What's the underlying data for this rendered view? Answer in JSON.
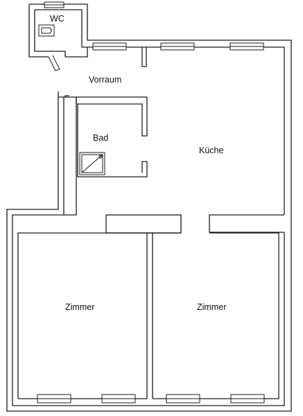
{
  "rooms": {
    "wc": "WC",
    "vorraum": "Vorraum",
    "bad": "Bad",
    "kueche": "Küche",
    "zimmer_left": "Zimmer",
    "zimmer_right": "Zimmer"
  },
  "colors": {
    "walls": "#1a1a1a",
    "background": "#ffffff"
  },
  "icons": [
    "toilet-icon",
    "shower-tray-icon",
    "window-icon",
    "door-swing-icon"
  ]
}
